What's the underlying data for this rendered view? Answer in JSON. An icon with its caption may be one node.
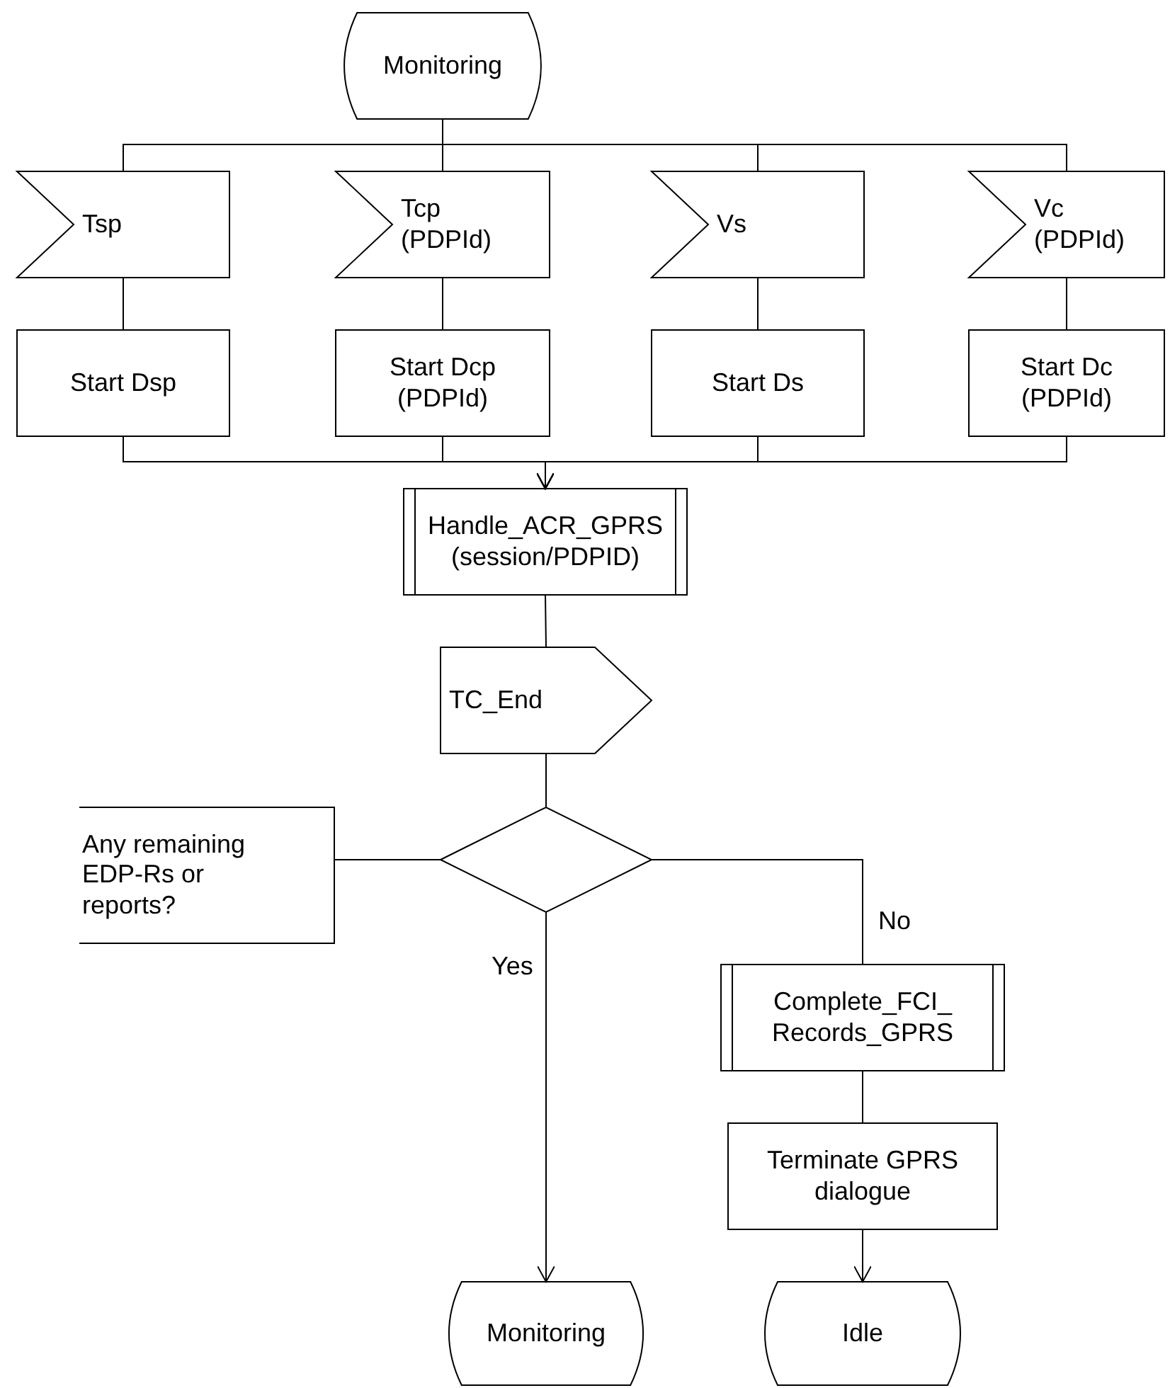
{
  "diagram": {
    "nodes": [
      {
        "text": [
          "Monitoring"
        ]
      },
      {
        "text": [
          "Tsp"
        ]
      },
      {
        "text": [
          "Tcp (PDPId)"
        ]
      },
      {
        "text": [
          "Vs"
        ]
      },
      {
        "text": [
          "Vc (PDPId)"
        ]
      },
      {
        "text": [
          "Start Dsp"
        ]
      },
      {
        "text": [
          "Start Dcp (PDPId)"
        ]
      },
      {
        "text": [
          "Start Ds"
        ]
      },
      {
        "text": [
          "Start Dc (PDPId)"
        ]
      },
      {
        "text": [
          "Handle_ACR_GPRS (session/PDPID)"
        ]
      },
      {
        "text": [
          "TC_End"
        ]
      },
      {
        "text": [],
        "shape": "diamond"
      },
      {
        "text": [
          "Any remaining EDP-Rs or reports?"
        ]
      },
      {
        "text": [
          "Complete_FCI_ Records_GPRS"
        ]
      },
      {
        "text": [
          "Terminate GPRS dialogue"
        ]
      },
      {
        "text": [
          "Monitoring"
        ]
      },
      {
        "text": [
          "Idle"
        ]
      }
    ],
    "edges": [
      {
        "from": 0,
        "to": 1,
        "arrow": "none"
      },
      {
        "from": 0,
        "to": 2,
        "arrow": "none"
      },
      {
        "from": 0,
        "to": 3,
        "arrow": "none"
      },
      {
        "from": 0,
        "to": 4,
        "arrow": "none"
      },
      {
        "from": 1,
        "to": 5,
        "arrow": "none"
      },
      {
        "from": 2,
        "to": 6,
        "arrow": "none"
      },
      {
        "from": 3,
        "to": 7,
        "arrow": "none"
      },
      {
        "from": 4,
        "to": 8,
        "arrow": "none"
      },
      {
        "from": 5,
        "to": 9,
        "arrow": "to"
      },
      {
        "from": 6,
        "to": 9,
        "arrow": "to"
      },
      {
        "from": 7,
        "to": 9,
        "arrow": "to"
      },
      {
        "from": 8,
        "to": 9,
        "arrow": "to"
      },
      {
        "from": 9,
        "to": 10,
        "arrow": "none"
      },
      {
        "from": 10,
        "to": 11,
        "arrow": "none"
      },
      {
        "from": 12,
        "to": 11,
        "arrow": "none"
      },
      {
        "from": 11,
        "to": 15,
        "label": "Yes",
        "arrow": "to"
      },
      {
        "from": 11,
        "to": 13,
        "label": "No",
        "arrow": "none"
      },
      {
        "from": 13,
        "to": 14,
        "arrow": "none"
      },
      {
        "from": 14,
        "to": 16,
        "arrow": "to"
      }
    ]
  }
}
